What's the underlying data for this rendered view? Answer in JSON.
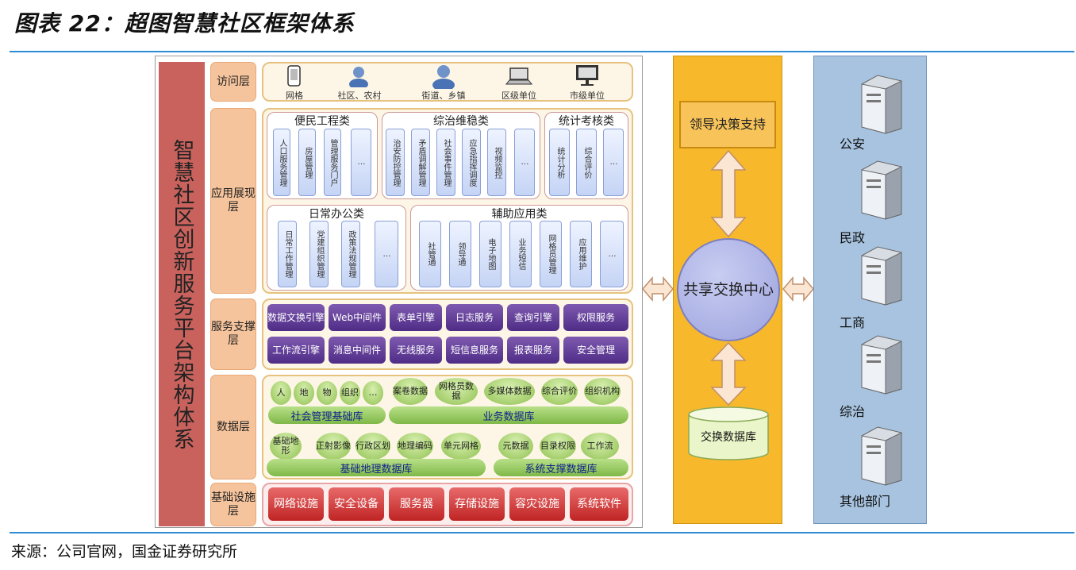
{
  "title": "图表 22：超图智慧社区框架体系",
  "source": "来源：公司官网，国金证券研究所",
  "platform": "智慧社区创新服务平台架构体系",
  "layers": {
    "access": "访问层",
    "app": "应用展现层",
    "service": "服务支撑层",
    "data": "数据层",
    "infra": "基础设施层"
  },
  "access": [
    "网格",
    "社区、农村",
    "街道、乡镇",
    "区级单位",
    "市级单位"
  ],
  "g1": {
    "t": "便民工程类",
    "i": [
      "人口服务管理",
      "房屋管理",
      "管理服务门户",
      "…"
    ]
  },
  "g2": {
    "t": "综治维稳类",
    "i": [
      "治安防控管理",
      "矛盾调解管理",
      "社会事件管理",
      "应急指挥调度",
      "视频监控",
      "…"
    ]
  },
  "g3": {
    "t": "统计考核类",
    "i": [
      "统计分析",
      "综合评价",
      "…"
    ]
  },
  "g4": {
    "t": "日常办公类",
    "i": [
      "日常工作管理",
      "党建组织管理",
      "政策法规管理",
      "…"
    ]
  },
  "g5": {
    "t": "辅助应用类",
    "i": [
      "社管通",
      "领导通",
      "电子地图",
      "业务短信",
      "网格员管理",
      "应用维护",
      "…"
    ]
  },
  "svc": [
    "数据文换引擎",
    "Web中间件",
    "表单引擎",
    "日志服务",
    "查询引擎",
    "权限服务",
    "工作流引擎",
    "消息中间件",
    "无线服务",
    "短信息服务",
    "报表服务",
    "安全管理"
  ],
  "soc": {
    "items": [
      "人",
      "地",
      "物",
      "组织",
      "…"
    ],
    "label": "社会管理基础库"
  },
  "biz": {
    "items": [
      "案卷数据",
      "网格员数据",
      "多媒体数据",
      "综合评价",
      "组织机构"
    ],
    "label": "业务数据库"
  },
  "geo": {
    "items": [
      "基础地形",
      "正射影像",
      "行政区划",
      "地理编码",
      "单元网格"
    ],
    "label": "基础地理数据库"
  },
  "sys": {
    "items": [
      "元数据",
      "目录权限",
      "工作流"
    ],
    "label": "系统支撑数据库"
  },
  "infra": [
    "网络设施",
    "安全设备",
    "服务器",
    "存储设施",
    "容灾设施",
    "系统软件"
  ],
  "leader": "领导决策支持",
  "center": "共享交换中心",
  "exdb": "交换数据库",
  "depts": [
    "公安",
    "民政",
    "工商",
    "综治",
    "其他部门"
  ]
}
